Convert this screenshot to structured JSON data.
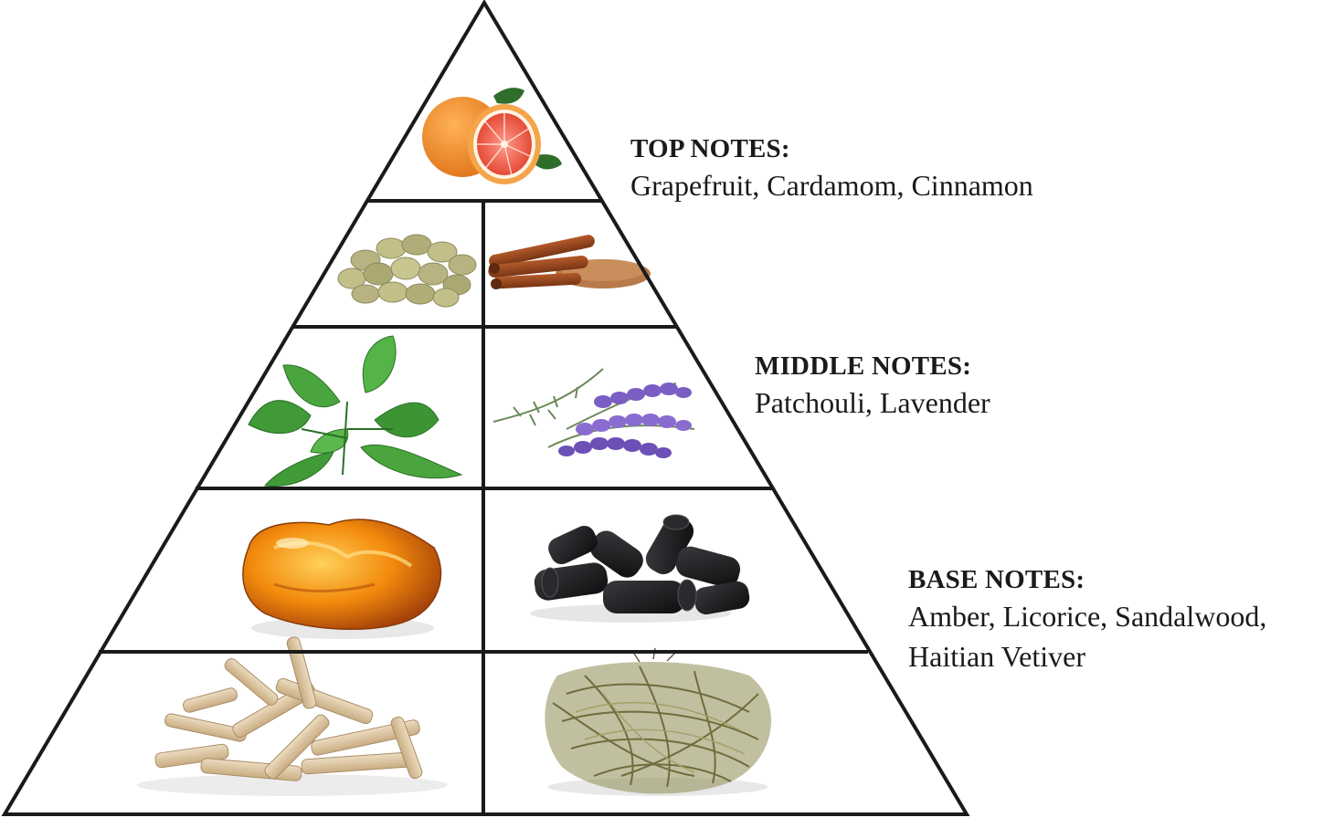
{
  "notes": {
    "top": {
      "heading": "TOP NOTES:",
      "items": "Grapefruit, Cardamom, Cinnamon"
    },
    "middle": {
      "heading": "MIDDLE NOTES:",
      "items": "Patchouli, Lavender"
    },
    "base": {
      "heading": "BASE NOTES:",
      "items_line1": "Amber, Licorice, Sandalwood,",
      "items_line2": "Haitian Vetiver"
    }
  },
  "pyramid": {
    "outline_color": "#1a1a1a",
    "cells": [
      {
        "tier": 1,
        "icon": "grapefruit-icon"
      },
      {
        "tier": 2,
        "icon": "cardamom-icon"
      },
      {
        "tier": 2,
        "icon": "cinnamon-icon"
      },
      {
        "tier": 3,
        "icon": "patchouli-icon"
      },
      {
        "tier": 3,
        "icon": "lavender-icon"
      },
      {
        "tier": 4,
        "icon": "amber-icon"
      },
      {
        "tier": 4,
        "icon": "licorice-icon"
      },
      {
        "tier": 5,
        "icon": "sandalwood-icon"
      },
      {
        "tier": 5,
        "icon": "vetiver-icon"
      }
    ]
  }
}
